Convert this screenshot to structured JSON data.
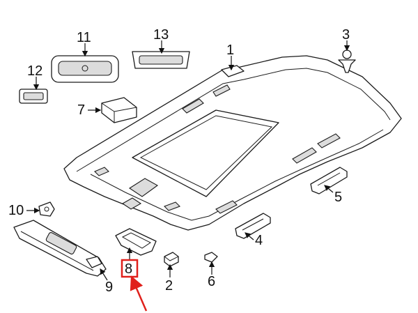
{
  "callouts": {
    "c1": "1",
    "c2": "2",
    "c3": "3",
    "c4": "4",
    "c5": "5",
    "c6": "6",
    "c7": "7",
    "c8": "8",
    "c9": "9",
    "c10": "10",
    "c11": "11",
    "c12": "12",
    "c13": "13"
  },
  "colors": {
    "line": "#1a1a1a",
    "highlight": "#e0201b",
    "background": "#ffffff"
  },
  "highlighted_callout": "8"
}
